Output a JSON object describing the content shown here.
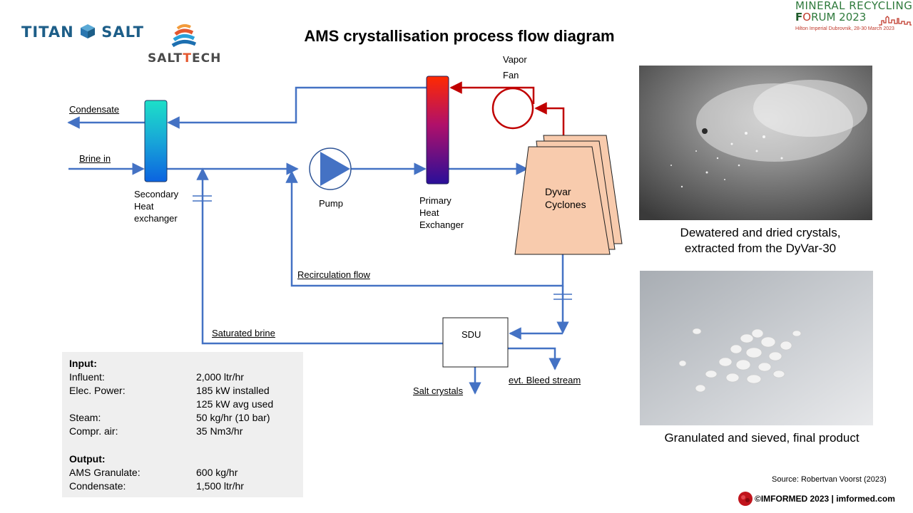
{
  "title": "AMS crystallisation process flow diagram",
  "logos": {
    "titan_part1": "TITAN",
    "titan_part2": "SALT",
    "salttech_part1": "SALT",
    "salttech_part2": "T",
    "salttech_part3": "ECH",
    "forum_line1": "MINERAL RECYCLING",
    "forum_line2_a": "F",
    "forum_line2_b": "RUM 2023",
    "forum_line3": "Hilton Imperial Dubrovnik, 28-30 March 2023"
  },
  "diagram": {
    "condensate": "Condensate",
    "brine_in": "Brine in",
    "secondary_hx": [
      "Secondary",
      "Heat",
      "exchanger"
    ],
    "pump": "Pump",
    "primary_hx": [
      "Primary",
      "Heat",
      "Exchanger"
    ],
    "vapor": "Vapor",
    "fan": "Fan",
    "cyclones": [
      "Dyvar",
      "Cyclones"
    ],
    "recirculation": "Recirculation flow",
    "saturated_brine": "Saturated brine",
    "sdu": "SDU",
    "salt_crystals": "Salt crystals",
    "bleed": "evt. Bleed stream"
  },
  "colors": {
    "flow": "#4472c4",
    "vapor_flow": "#c00000",
    "cyclone_fill": "#f8cbad",
    "infobox_bg": "#efefef"
  },
  "photos": {
    "caption1_line1": "Dewatered and dried crystals,",
    "caption1_line2": "extracted from the DyVar-30",
    "caption2": "Granulated and sieved, final product"
  },
  "info": {
    "input_heading": "Input:",
    "input_rows": [
      {
        "label": "Influent:",
        "value": "2,000 ltr/hr"
      },
      {
        "label": "Elec. Power:",
        "value": "185 kW installed"
      },
      {
        "label": "",
        "value": "125 kW avg used"
      },
      {
        "label": "Steam:",
        "value": "50 kg/hr (10 bar)"
      },
      {
        "label": "Compr. air:",
        "value": "35 Nm3/hr"
      }
    ],
    "output_heading": "Output:",
    "output_rows": [
      {
        "label": "AMS Granulate:",
        "value": "600 kg/hr"
      },
      {
        "label": "Condensate:",
        "value": "1,500 ltr/hr"
      }
    ]
  },
  "source": "Source: Robertvan Voorst (2023)",
  "footer": "©IMFORMED 2023  | imformed.com"
}
